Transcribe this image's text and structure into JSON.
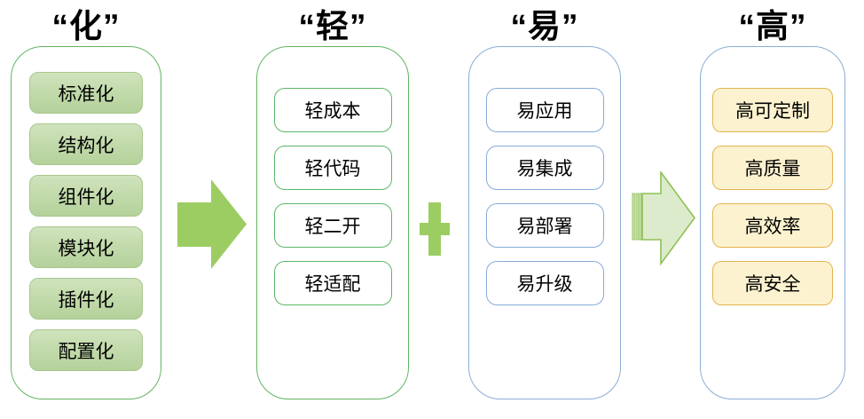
{
  "diagram": {
    "columns": [
      {
        "title": "“化”",
        "items": [
          "标准化",
          "结构化",
          "组件化",
          "模块化",
          "插件化",
          "配置化"
        ],
        "item_style": "solid-green"
      },
      {
        "title": "“轻”",
        "items": [
          "轻成本",
          "轻代码",
          "轻二开",
          "轻适配"
        ],
        "item_style": "outline-green"
      },
      {
        "title": "“易”",
        "items": [
          "易应用",
          "易集成",
          "易部署",
          "易升级"
        ],
        "item_style": "outline-blue"
      },
      {
        "title": "“高”",
        "items": [
          "高可定制",
          "高质量",
          "高效率",
          "高安全"
        ],
        "item_style": "yellow"
      }
    ],
    "connectors": [
      {
        "name": "solid-right-arrow",
        "between": [
          "化",
          "轻"
        ]
      },
      {
        "name": "plus-sign",
        "between": [
          "轻",
          "易"
        ]
      },
      {
        "name": "stacked-right-arrow",
        "between": [
          "易",
          "高"
        ]
      }
    ],
    "colors": {
      "arrow_green": "#9ccd62",
      "container_green_border": "#62b562",
      "container_blue_border": "#8aaed6",
      "solid_item_fill_top": "#d0e3bd",
      "solid_item_fill_bottom": "#b4d19b",
      "outline_item_green_border": "#5cb767",
      "outline_item_blue_border": "#86abd9",
      "yellow_item_fill": "#fdf2cf",
      "yellow_item_border": "#e2b54e",
      "stacked_arrow_fill": "#dcebcb",
      "stacked_arrow_stroke": "#8fc057",
      "text": "#000000"
    }
  }
}
